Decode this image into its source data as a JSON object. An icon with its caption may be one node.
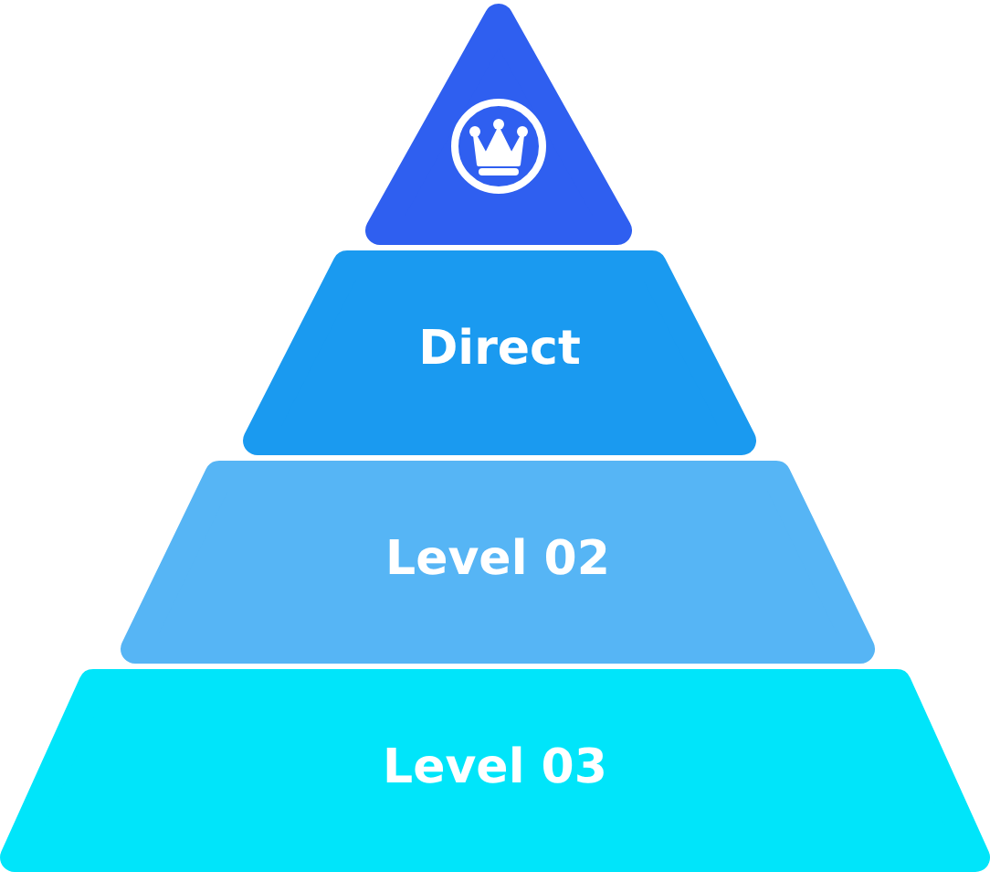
{
  "diagram": {
    "nodes": [
      {
        "text": [],
        "shape": "triangle"
      },
      {
        "text": [
          "Direct"
        ]
      },
      {
        "text": [
          "Level 02"
        ]
      },
      {
        "text": [
          "Level 03"
        ]
      }
    ]
  }
}
